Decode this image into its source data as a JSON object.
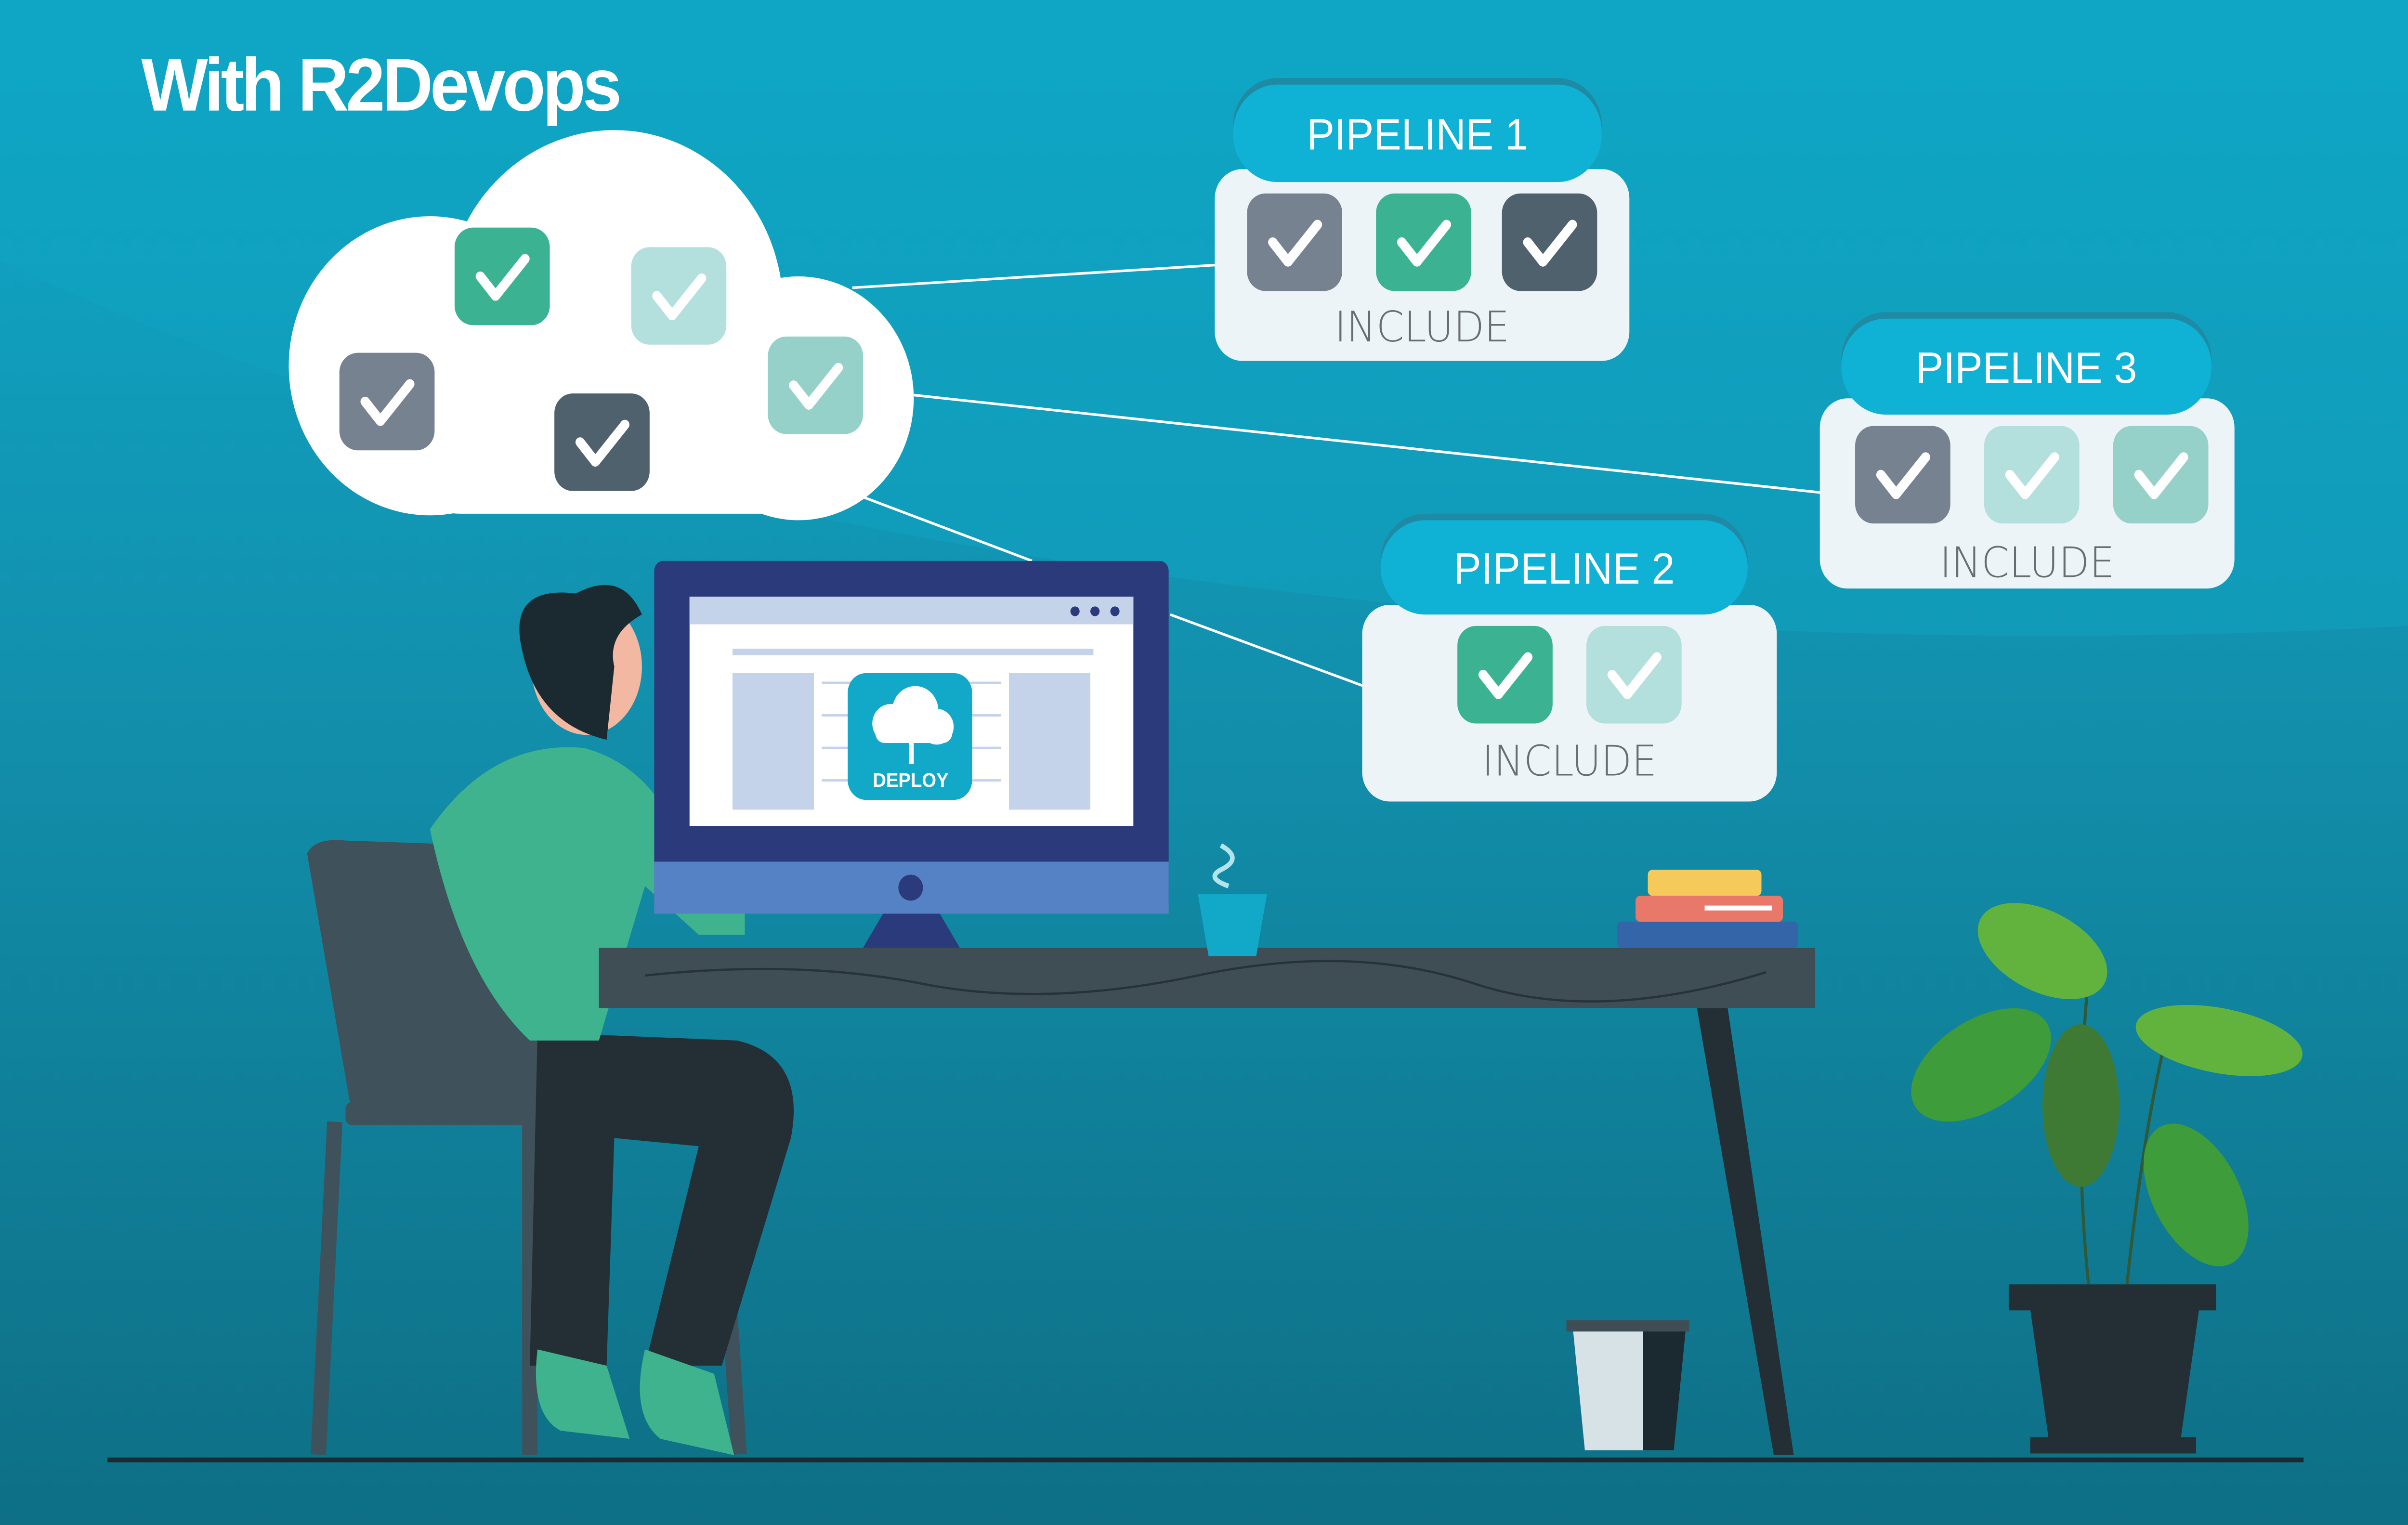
{
  "title": "With R2Devops",
  "colors": {
    "background_top": "#0ea9c9",
    "background_bottom": "#0e6f85",
    "pill": "#0fb1d4",
    "card": "#ecf4f8",
    "check_gray": "#76828f",
    "check_green": "#3bb393",
    "check_dark": "#4f616c",
    "check_light": "#b3dfdc",
    "check_mid": "#96d1c9"
  },
  "cloud": {
    "checks": [
      "check_green",
      "check_light",
      "check_gray",
      "check_dark",
      "check_mid"
    ]
  },
  "pipelines": [
    {
      "label": "PIPELINE 1",
      "include_label": "INCLUDE",
      "checks": [
        "check_gray",
        "check_green",
        "check_dark"
      ]
    },
    {
      "label": "PIPELINE 2",
      "include_label": "INCLUDE",
      "checks": [
        "check_green",
        "check_light"
      ]
    },
    {
      "label": "PIPELINE 3",
      "include_label": "INCLUDE",
      "checks": [
        "check_gray",
        "check_light",
        "check_mid"
      ]
    }
  ],
  "monitor": {
    "app_icon": "cloud-deploy-icon",
    "app_label": "DEPLOY"
  }
}
